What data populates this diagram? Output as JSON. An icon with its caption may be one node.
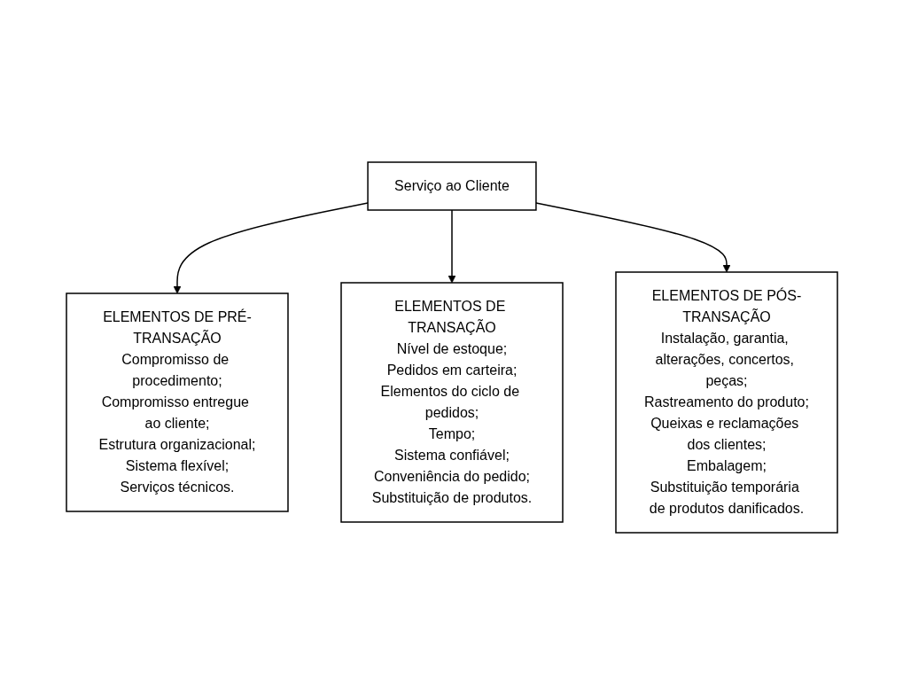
{
  "diagram": {
    "nodes": [
      {
        "text": [
          "Serviço ao Cliente"
        ]
      },
      {
        "text": [
          "ELEMENTOS DE PRÉ-TRANSAÇÃO",
          "Compromisso de procedimento;",
          "Compromisso entregue ao cliente;",
          "Estrutura organizacional;",
          "Sistema flexível;",
          "Serviços técnicos."
        ]
      },
      {
        "text": [
          "ELEMENTOS DE TRANSAÇÃO",
          "Nível de estoque;",
          "Pedidos em carteira;",
          "Elementos do ciclo de pedidos;",
          "Tempo;",
          "Sistema confiável;",
          "Conveniência do pedido;",
          "Substituição de produtos."
        ]
      },
      {
        "text": [
          "ELEMENTOS DE PÓS-TRANSAÇÃO",
          "Instalação, garantia, alterações, concertos, peças;",
          "Rastreamento do produto;",
          "Queixas e reclamações dos clientes;",
          "Embalagem;",
          "Substituição temporária de produtos danificados."
        ]
      }
    ],
    "edges": [
      {
        "from": 0,
        "to": 1,
        "arrow": "to"
      },
      {
        "from": 0,
        "to": 2,
        "arrow": "to"
      },
      {
        "from": 0,
        "to": 3,
        "arrow": "to"
      }
    ]
  }
}
